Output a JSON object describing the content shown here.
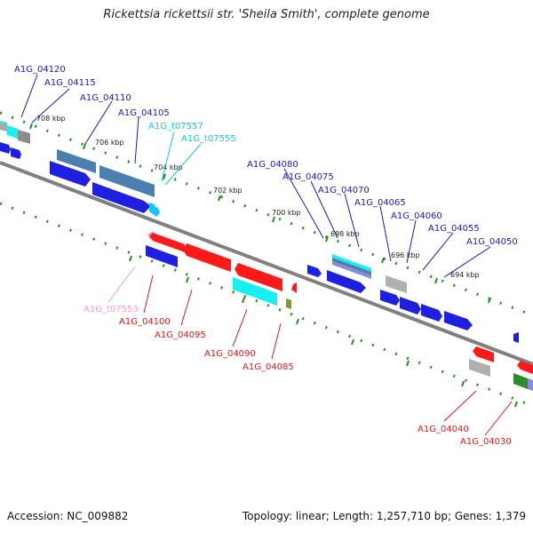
{
  "title": "Rickettsia rickettsii str. 'Sheila Smith', complete genome",
  "footer": {
    "accession": "Accession: NC_009882",
    "stats": "Topology: linear; Length: 1,257,710 bp; Genes: 1,379"
  },
  "colors": {
    "blue": "#1f1fe0",
    "red": "#ff1a1a",
    "cyan": "#18f0f0",
    "steel": "#4a7fb0",
    "gray": "#b0b0b0",
    "green": "#2a8c2a",
    "olive": "#7a9a33",
    "pink": "#ff99cc",
    "purple": "#8a8ad8",
    "label_blue": "#1a1ab8",
    "label_cyan": "#22c3dd",
    "label_red": "#dd1a1a"
  },
  "ticks": [
    "708 kbp",
    "706 kbp",
    "704 kbp",
    "702 kbp",
    "700 kbp",
    "698 kbp",
    "696 kbp",
    "694 kbp"
  ],
  "labels_top": [
    "A1G_04120",
    "A1G_04115",
    "A1G_04110",
    "A1G_04105",
    "A1G_t07557",
    "A1G_t07555",
    "A1G_04080",
    "A1G_04075",
    "A1G_04070",
    "A1G_04065",
    "A1G_04060",
    "A1G_04055",
    "A1G_04050"
  ],
  "labels_bottom": [
    "A1G_t07553",
    "A1G_04100",
    "A1G_04095",
    "A1G_04090",
    "A1G_04085",
    "A1G_04040",
    "A1G_04030"
  ]
}
